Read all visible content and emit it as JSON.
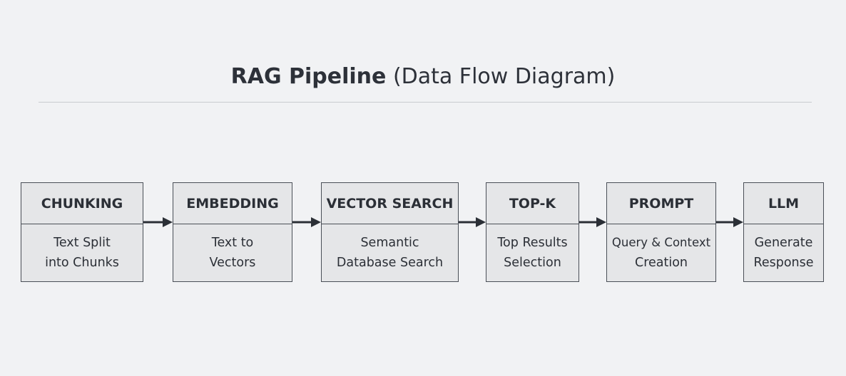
{
  "diagram": {
    "title": "RAG Pipeline",
    "subtitle": "(Data Flow Diagram)",
    "nodes": [
      {
        "heading": "CHUNKING",
        "lines": [
          "Text Split",
          "into Chunks"
        ]
      },
      {
        "heading": "EMBEDDING",
        "lines": [
          "Text to",
          "Vectors"
        ]
      },
      {
        "heading": "VECTOR SEARCH",
        "lines": [
          "Semantic",
          "Database Search"
        ]
      },
      {
        "heading": "TOP-K",
        "lines": [
          "Top Results",
          "Selection"
        ]
      },
      {
        "heading": "PROMPT",
        "lines": [
          "Query & Context",
          "Creation"
        ]
      },
      {
        "heading": "LLM",
        "lines": [
          "Generate",
          "Response"
        ]
      }
    ],
    "edges": [
      {
        "from": "CHUNKING",
        "to": "EMBEDDING"
      },
      {
        "from": "EMBEDDING",
        "to": "VECTOR SEARCH"
      },
      {
        "from": "VECTOR SEARCH",
        "to": "TOP-K"
      },
      {
        "from": "TOP-K",
        "to": "PROMPT"
      },
      {
        "from": "PROMPT",
        "to": "LLM"
      }
    ],
    "colors": {
      "background": "#f1f2f4",
      "node_fill": "#e5e6e8",
      "node_border": "#4a4f57",
      "arrow": "#2b2f36",
      "text": "#2b2f36"
    }
  }
}
